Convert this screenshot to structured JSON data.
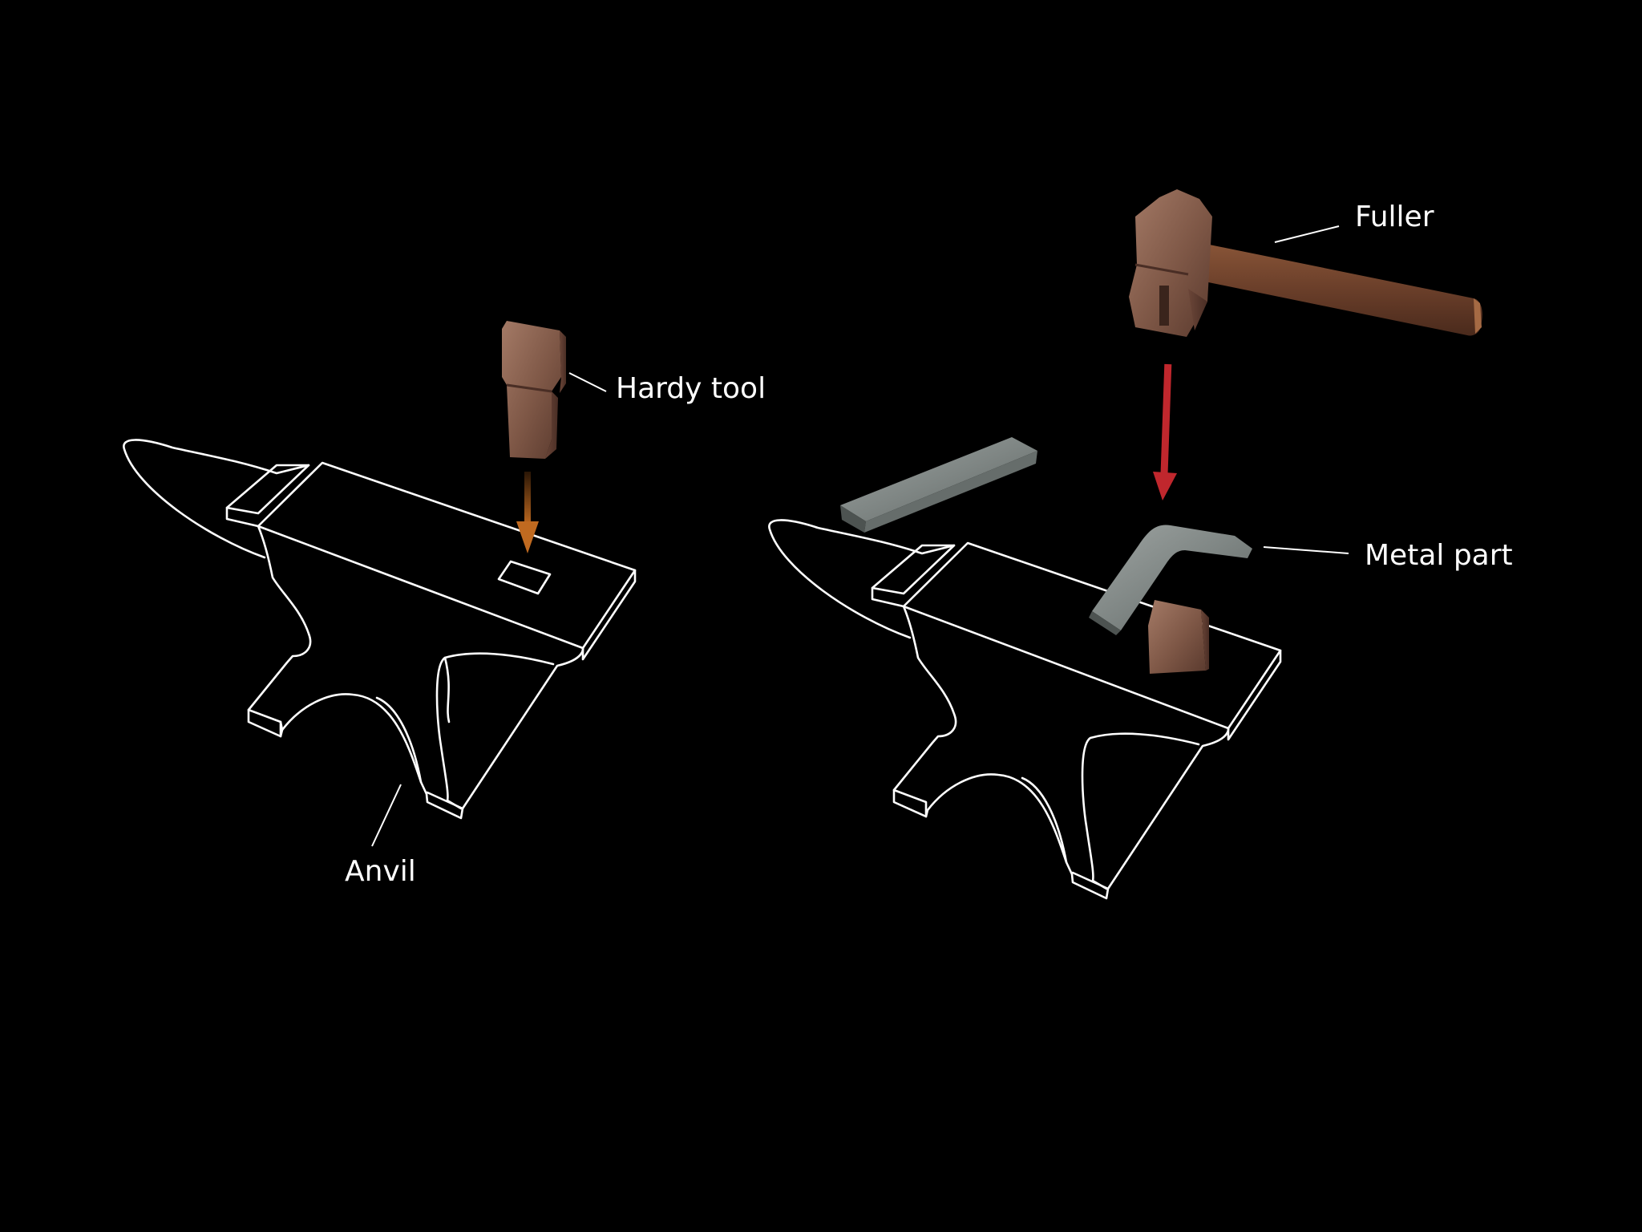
{
  "labels": {
    "hardy_tool": "Hardy tool",
    "anvil": "Anvil",
    "fuller": "Fuller",
    "metal_part": "Metal part"
  },
  "colors": {
    "background": "#000000",
    "outline": "#ffffff",
    "orange_arrow": "#b8651e",
    "red_arrow": "#c0272d",
    "rust_tool": "#8a6352",
    "steel": "#7d8482",
    "wood_handle": "#6b3f2a"
  },
  "icons": [
    "anvil-outline",
    "hardy-tool",
    "fuller-hammer",
    "metal-bar",
    "down-arrow"
  ]
}
